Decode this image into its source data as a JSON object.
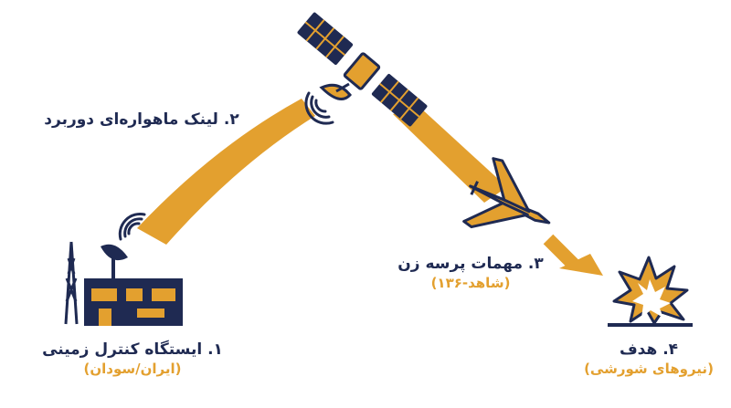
{
  "colors": {
    "navy": "#1f2a52",
    "orange": "#e3a02f",
    "background": "#ffffff"
  },
  "icons": [
    "satellite-icon",
    "ground-station-icon",
    "drone-icon",
    "explosion-icon"
  ],
  "steps": {
    "ground": {
      "title": "۱. ایستگاه کنترل زمینی",
      "subtitle": "(ایران/سودان)"
    },
    "link": {
      "title": "۲. لینک ماهواره‌ای دوربرد"
    },
    "mission": {
      "title": "۳. مهمات پرسه زن",
      "subtitle": "(شاهد-۱۳۶)"
    },
    "target": {
      "title": "۴. هدف",
      "subtitle": "(نیروهای شورشی)"
    }
  }
}
